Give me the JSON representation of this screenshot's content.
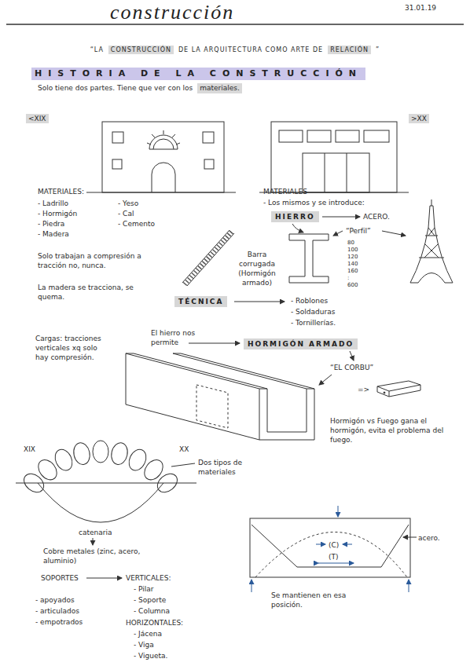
{
  "diagram": {
    "title": "construcción",
    "nodes": [
      {
        "text": [
          "HISTORIA DE LA CONSTRUCCIÓN"
        ]
      },
      {
        "text": [
          "HIERRO"
        ]
      },
      {
        "text": [
          "TÉCNICA"
        ]
      },
      {
        "text": [
          "HORMIGÓN ARMADO"
        ]
      }
    ],
    "labels": [
      "31.01.19",
      "“LA",
      "CONSTRUCCIÓN",
      "DE LA ARQUITECTURA COMO ARTE DE",
      "RELACIÓN",
      "”",
      "Solo tiene dos partes. Tiene que ver con los",
      "materiales.",
      "<XIX",
      ">XX",
      "MATERIALES:",
      "- Ladrillo",
      "- Hormigón",
      "- Piedra",
      "- Madera",
      "- Yeso",
      "- Cal",
      "- Cemento",
      "MATERIALES",
      "- Los mismos y se introduce:",
      "ACERO.",
      "“Perfil”",
      "80",
      "100",
      "120",
      "140",
      "160",
      ":",
      "600",
      "Solo trabajan a compresión a tracción no, nunca.",
      "La madera se tracciona, se quema.",
      "Barra corrugada (Hormigón armado)",
      "- Roblones",
      "- Soldaduras",
      "- Tornillerías.",
      "Cargas: tracciones verticales xq solo hay compresión.",
      "El hierro nos permite",
      "“EL CORBU”",
      "=>",
      "Hormigón vs Fuego gana el hormigón, evita el problema del fuego.",
      "XIX",
      "XX",
      "Dos tipos de materiales",
      "catenaria",
      "Cobre metales (zinc, acero, aluminio)",
      "(C)",
      "(T)",
      "acero.",
      "Se mantienen en esa posición.",
      "SOPORTES",
      "- apoyados",
      "- articulados",
      "- empotrados",
      "VERTICALES:",
      "- Pilar",
      "- Soporte",
      "- Columna",
      "HORIZONTALES:",
      "- Jácena",
      "- Viga",
      "- Vigueta."
    ]
  }
}
